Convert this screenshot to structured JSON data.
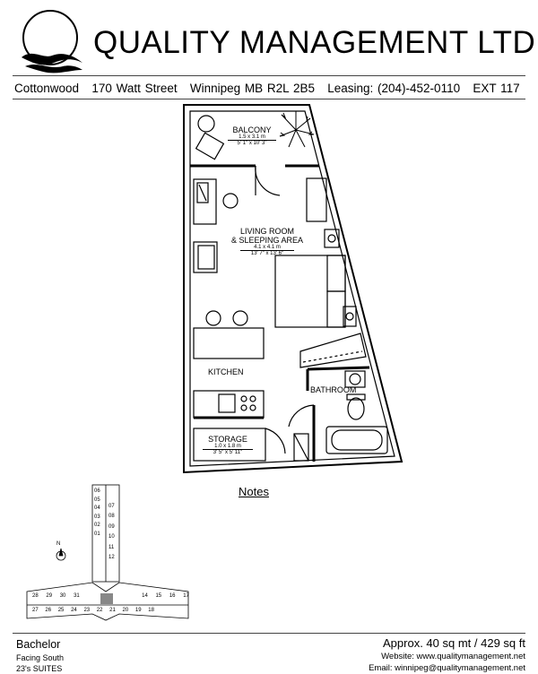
{
  "header": {
    "company": "QUALITY MANAGEMENT LTD.",
    "building": "Cottonwood",
    "address": "170 Watt Street",
    "city": "Winnipeg MB R2L 2B5",
    "leasing": "Leasing: (204)-452-0110",
    "ext": "EXT 117"
  },
  "rooms": {
    "balcony": {
      "name": "BALCONY",
      "metric": "1.5 x 3.1 m",
      "imperial": "5' 1\" x 10' 3\""
    },
    "living": {
      "name1": "LIVING ROOM",
      "name2": "& SLEEPING AREA",
      "metric": "4.1 x 4.1 m",
      "imperial": "13' 7\" x 13' 6\""
    },
    "kitchen": {
      "name": "KITCHEN"
    },
    "bathroom": {
      "name": "BATHROOM"
    },
    "storage": {
      "name": "STORAGE",
      "metric": "1.0 x 1.8 m",
      "imperial": "3' 5\" x 5' 11\""
    }
  },
  "notes_label": "Notes",
  "keyplan": {
    "north": "N",
    "units": [
      "06",
      "05",
      "04",
      "07",
      "08",
      "09",
      "03",
      "10",
      "02",
      "11",
      "01",
      "12",
      "28",
      "29",
      "30",
      "31",
      "14",
      "15",
      "16",
      "17",
      "27",
      "26",
      "25",
      "24",
      "23",
      "22",
      "21",
      "20",
      "19",
      "18"
    ]
  },
  "footer": {
    "unit_type": "Bachelor",
    "facing": "Facing South",
    "suites": "23's SUITES",
    "area": "Approx. 40 sq mt / 429 sq ft",
    "website": "Website: www.qualitymanagement.net",
    "email": "Email: winnipeg@qualitymanagement.net"
  }
}
